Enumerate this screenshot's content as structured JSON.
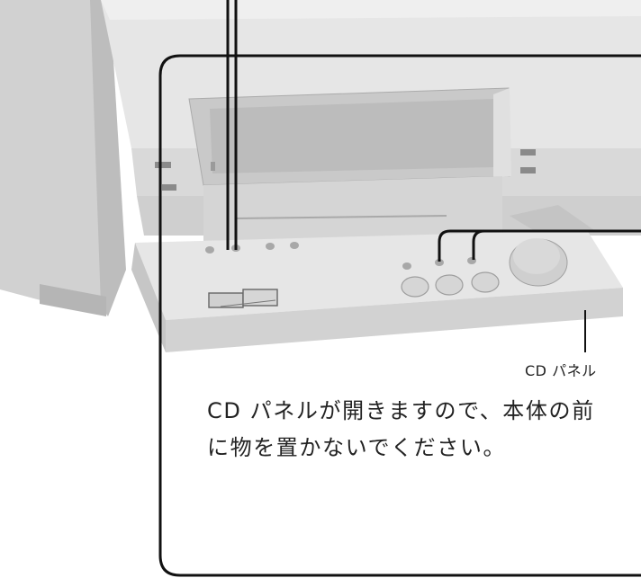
{
  "labels": {
    "cd_panel": "CD パネル"
  },
  "note": {
    "line1": "CD パネルが開きますので、本体の前",
    "line2": "に物を置かないでください。"
  },
  "colors": {
    "body_light": "#e4e4e4",
    "body_mid": "#cfcfcf",
    "body_dark": "#a9a9a9",
    "display": "#c6c6c6",
    "leader_line": "#111111",
    "text": "#222222"
  },
  "icons": [
    "volume-knob",
    "indicator-led",
    "round-button"
  ]
}
